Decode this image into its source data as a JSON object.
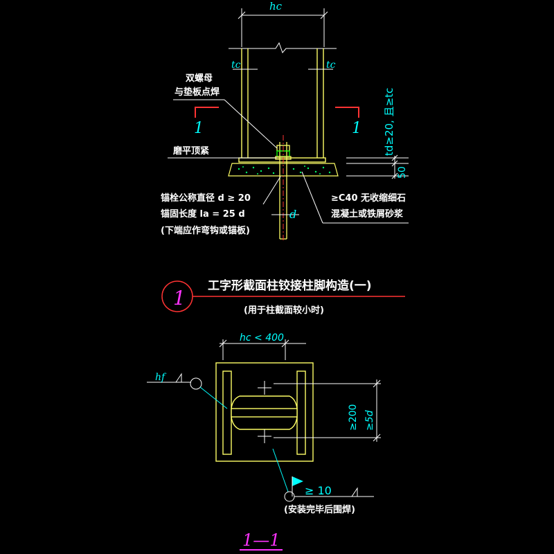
{
  "elevation": {
    "width_label": "hc",
    "tc_left": "tc",
    "tc_right": "tc",
    "nut_label_1": "双螺母",
    "nut_label_2": "与垫板点焊",
    "section_mark_left": "1",
    "section_mark_right": "1",
    "bearing_label": "磨平顶紧",
    "td_label": "td≥20, 且≥tc",
    "grout_height": "50",
    "anchor_label_1": "锚栓公称直径 d ≥ 20",
    "anchor_label_2": "锚固长度  la = 25 d",
    "anchor_label_3": "(下端应作弯钩或锚板)",
    "grout_label_1": "≥C40 无收缩细石",
    "grout_label_2": "混凝土或铁屑砂浆",
    "d_label": "d"
  },
  "title": {
    "number": "1",
    "main": "工字形截面柱铰接柱脚构造(一)",
    "sub": "(用于柱截面较小时)"
  },
  "section": {
    "width_label": "hc < 400",
    "hf_label": "hf",
    "dim_200": "≥200",
    "dim_5d": "≥5d",
    "weld_size": "≥ 10",
    "weld_note": "(安装完毕后围焊)",
    "name": "1—1"
  },
  "colors": {
    "line": "#ffff66",
    "dim": "#ffffff",
    "text_cyan": "#00ffff",
    "accent": "#ff3333",
    "magenta": "#ff33ff",
    "grout": "#00ff00"
  }
}
